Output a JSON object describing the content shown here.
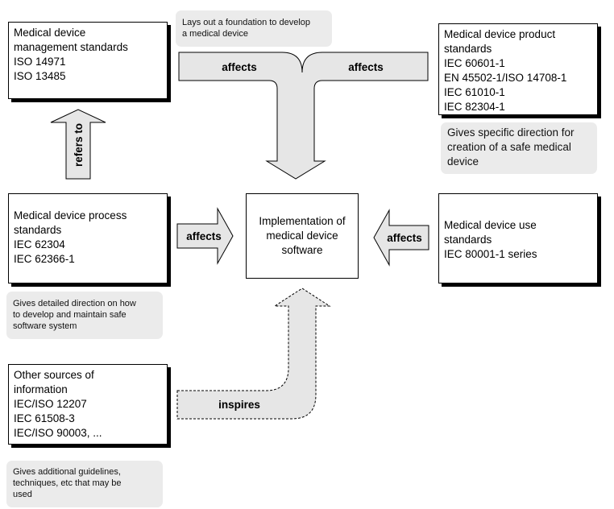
{
  "boxes": {
    "management": {
      "lines": [
        "Medical device",
        "management standards",
        "ISO 14971",
        "ISO 13485"
      ]
    },
    "product": {
      "lines": [
        "Medical device product",
        "standards",
        "IEC 60601-1",
        "EN 45502-1/ISO 14708-1",
        "IEC 61010-1",
        "IEC 82304-1"
      ]
    },
    "process": {
      "lines": [
        "Medical device process",
        "standards",
        "IEC 62304",
        "IEC 62366-1"
      ]
    },
    "use": {
      "lines": [
        "Medical device use",
        "standards",
        "IEC 80001-1 series"
      ]
    },
    "other": {
      "lines": [
        "Other sources of",
        "information",
        "IEC/ISO 12207",
        "IEC 61508-3",
        "IEC/ISO 90003, ..."
      ]
    },
    "center": {
      "lines": [
        "Implementation of",
        "medical device",
        "software"
      ]
    }
  },
  "notes": {
    "foundation": [
      "Lays out a foundation to develop",
      "a medical device"
    ],
    "specific": [
      "Gives specific direction for",
      "creation of a safe medical",
      "device"
    ],
    "detailed": [
      "Gives detailed direction on how",
      "to develop and maintain safe",
      "software system"
    ],
    "additional": [
      "Gives additional guidelines,",
      "techniques, etc that may be",
      "used"
    ]
  },
  "arrows": {
    "refers_to": "refers to",
    "affects_left_top": "affects",
    "affects_right_top": "affects",
    "affects_process": "affects",
    "affects_use": "affects",
    "inspires": "inspires"
  }
}
